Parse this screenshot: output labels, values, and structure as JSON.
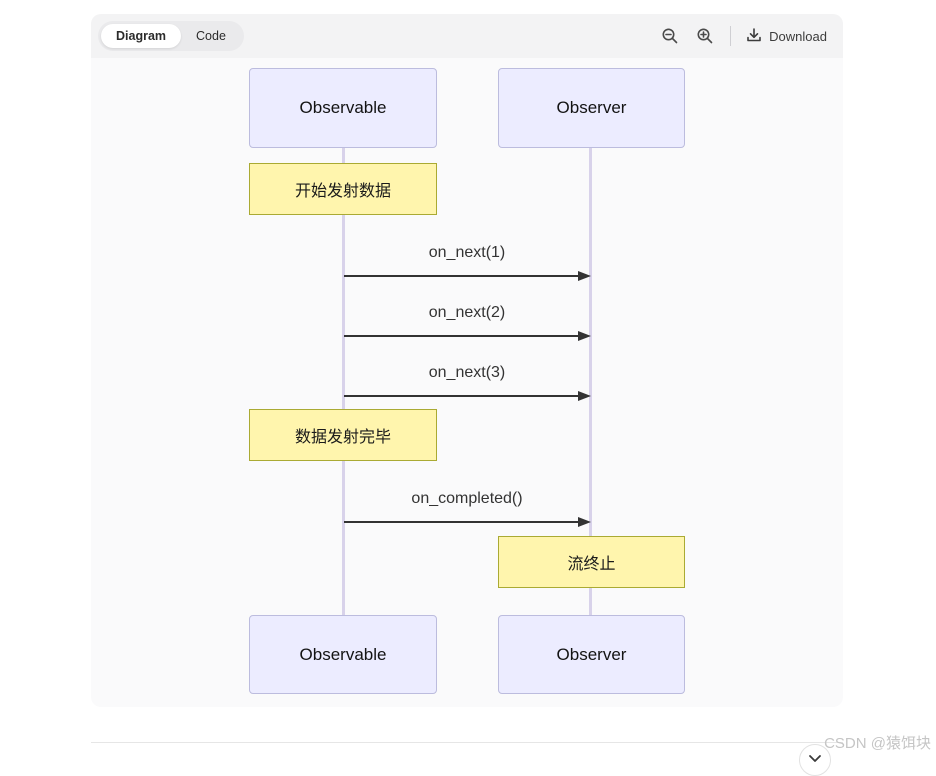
{
  "toolbar": {
    "tabs": [
      {
        "label": "Diagram",
        "active": true
      },
      {
        "label": "Code",
        "active": false
      }
    ],
    "zoom_out_icon": "magnifier-minus",
    "zoom_in_icon": "magnifier-plus",
    "download_icon": "download-arrow-tray",
    "download_label": "Download"
  },
  "diagram": {
    "type": "sequence",
    "participants": [
      "Observable",
      "Observer"
    ],
    "notes": [
      {
        "text": "开始发射数据",
        "over": "Observable"
      },
      {
        "text": "数据发射完毕",
        "over": "Observable"
      },
      {
        "text": "流终止",
        "over": "Observer"
      }
    ],
    "messages": [
      {
        "label": "on_next(1)",
        "from": "Observable",
        "to": "Observer",
        "style": "solid-arrow"
      },
      {
        "label": "on_next(2)",
        "from": "Observable",
        "to": "Observer",
        "style": "solid-arrow"
      },
      {
        "label": "on_next(3)",
        "from": "Observable",
        "to": "Observer",
        "style": "solid-arrow"
      },
      {
        "label": "on_completed()",
        "from": "Observable",
        "to": "Observer",
        "style": "solid-arrow"
      }
    ],
    "colors": {
      "participant_fill": "#ECECFF",
      "participant_border": "#bcbcde",
      "note_fill": "#FFF5AD",
      "note_border": "#AAAA33",
      "lifeline": "#d8d2ea",
      "arrow": "#333333",
      "canvas": "#fafafb",
      "toolbar_bg": "#f3f3f4"
    }
  },
  "footer": {
    "expand_icon": "chevron-down",
    "watermark": "CSDN @猿饵块"
  }
}
